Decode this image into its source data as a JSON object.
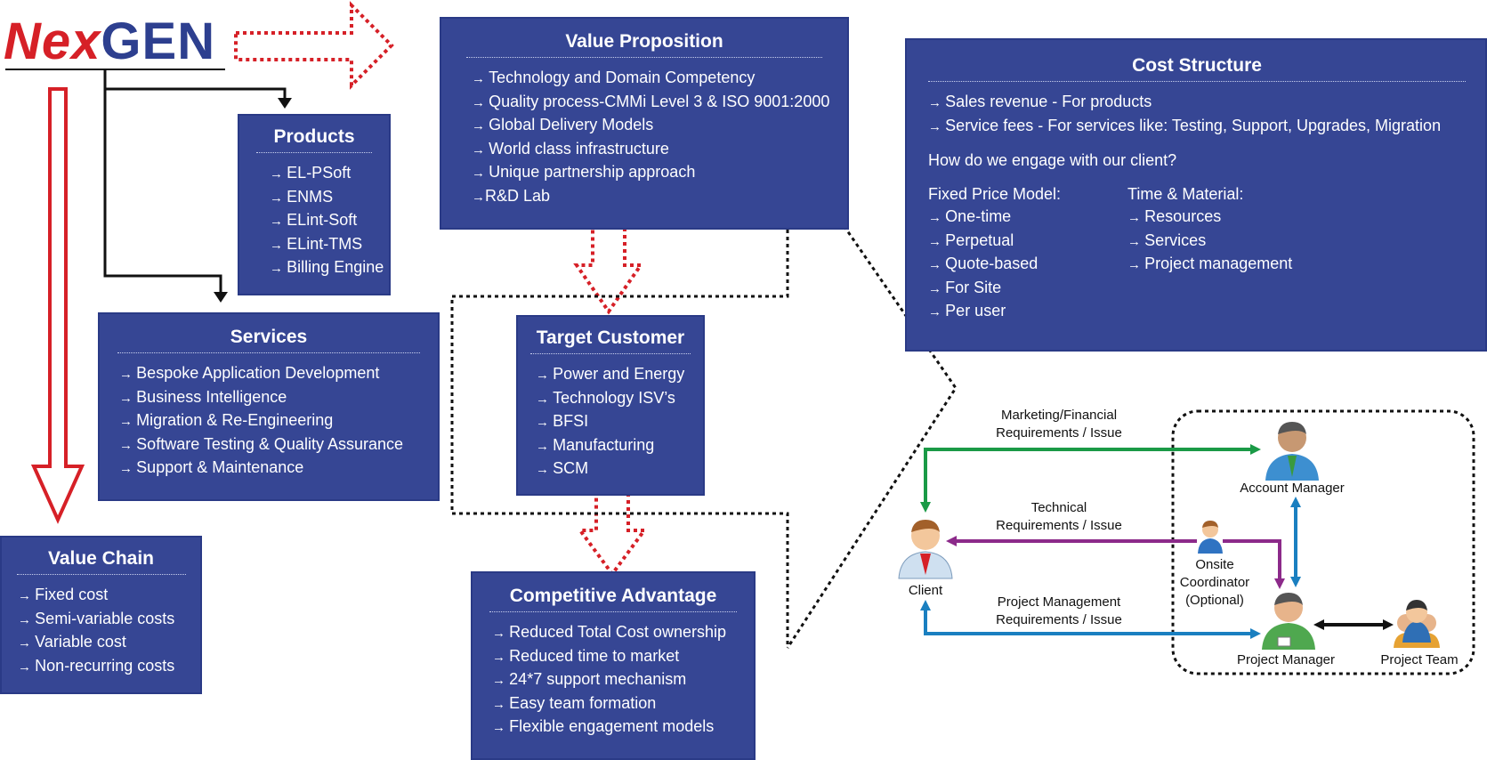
{
  "logo": {
    "part1": "NexGEN",
    "part1_prefix": "Nex",
    "part2": "GEN"
  },
  "value_proposition": {
    "title": "Value Proposition",
    "items": [
      "Technology and Domain Competency",
      "Quality process-CMMi Level 3 & ISO 9001:2000",
      "Global Delivery Models",
      "World class infrastructure",
      "Unique partnership approach",
      "R&D Lab"
    ]
  },
  "products": {
    "title": "Products",
    "items": [
      "EL-PSoft",
      "ENMS",
      "ELint-Soft",
      "ELint-TMS",
      "Billing Engine"
    ]
  },
  "services": {
    "title": "Services",
    "items": [
      "Bespoke Application Development",
      "Business Intelligence",
      "Migration & Re-Engineering",
      "Software Testing & Quality Assurance",
      "Support & Maintenance"
    ]
  },
  "target_customer": {
    "title": "Target Customer",
    "items": [
      "Power and Energy",
      "Technology ISV’s",
      "BFSI",
      "Manufacturing",
      "SCM"
    ]
  },
  "competitive_advantage": {
    "title": "Competitive Advantage",
    "items": [
      "Reduced Total Cost ownership",
      "Reduced time to market",
      "24*7 support mechanism",
      "Easy team formation",
      "Flexible engagement models"
    ]
  },
  "value_chain": {
    "title": "Value Chain",
    "items": [
      "Fixed cost",
      "Semi-variable costs",
      "Variable cost",
      "Non-recurring costs"
    ]
  },
  "cost_structure": {
    "title": "Cost Structure",
    "items": [
      "Sales revenue - For products",
      "Service fees - For services like: Testing, Support, Upgrades, Migration"
    ],
    "engage_question": "How do we engage with our client?",
    "fixed_price": {
      "heading": "Fixed Price Model:",
      "items": [
        "One-time",
        "Perpetual",
        "Quote-based",
        "For Site",
        "Per user"
      ]
    },
    "time_material": {
      "heading": "Time & Material:",
      "items": [
        "Resources",
        "Services",
        "Project management"
      ]
    }
  },
  "engagement_diagram": {
    "labels": {
      "marketing_1": "Marketing/Financial",
      "marketing_2": "Requirements / Issue",
      "technical_1": "Technical",
      "technical_2": "Requirements / Issue",
      "pm_req_1": "Project Management",
      "pm_req_2": "Requirements / Issue",
      "client": "Client",
      "account_manager": "Account Manager",
      "onsite_1": "Onsite",
      "onsite_2": "Coordinator",
      "onsite_3": "(Optional)",
      "project_manager": "Project Manager",
      "project_team": "Project Team"
    },
    "colors": {
      "marketing": "#1a9a46",
      "technical": "#8c2a8a",
      "project": "#1a7fc0",
      "team": "#111111"
    }
  },
  "colors": {
    "box_fill": "#364694",
    "arrow_red": "#d62027",
    "logo_blue": "#2d3f8f"
  }
}
